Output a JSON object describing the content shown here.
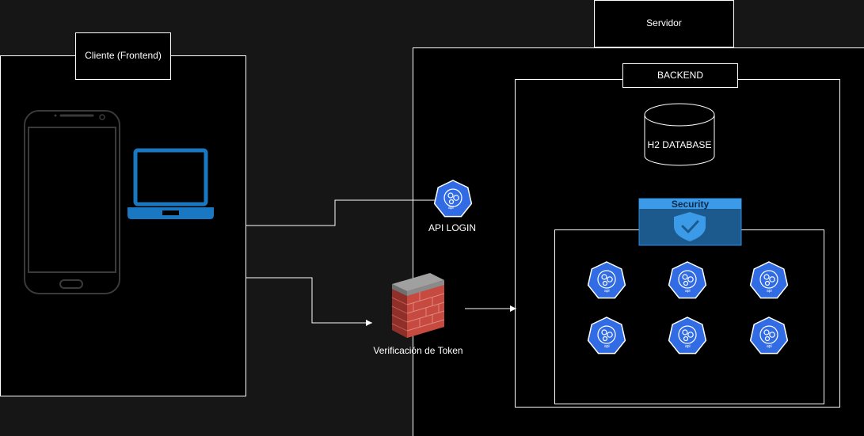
{
  "client": {
    "title": "Cliente (Frontend)"
  },
  "server": {
    "title": "Servidor"
  },
  "backend": {
    "title": "BACKEND"
  },
  "database": {
    "label": "H2 DATABASE"
  },
  "security": {
    "label": "Security"
  },
  "api_login": {
    "label": "API LOGIN",
    "icon_text": "api"
  },
  "token_check": {
    "label": "Verificación de Token"
  },
  "api_services": {
    "icon_text": "api"
  },
  "colors": {
    "accent_blue": "#1a78c2",
    "api_blue": "#326ce5",
    "security_blue": "#1c5a8e",
    "brick": "#b33c35"
  }
}
